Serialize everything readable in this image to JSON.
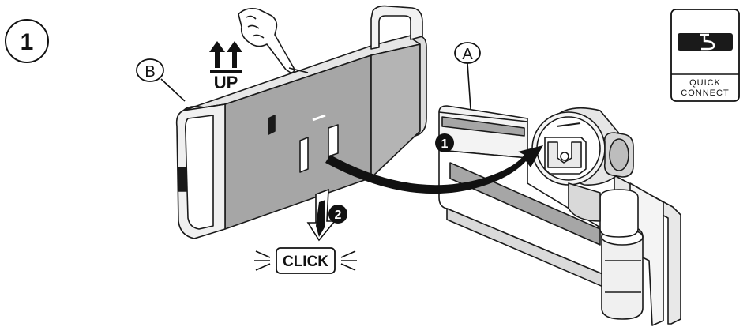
{
  "step": {
    "number": "1"
  },
  "callouts": {
    "a": "A",
    "b": "B"
  },
  "up_label": "UP",
  "click_label": "CLICK",
  "sequence": {
    "first": "1",
    "second": "2"
  },
  "quick_connect": {
    "line1": "QUICK",
    "line2": "CONNECT",
    "icon": "quick-connect-latch-icon"
  },
  "colors": {
    "panel": "#a6a6a6",
    "panel_dark": "#8f8f8f",
    "outline": "#1a1a1a",
    "white": "#ffffff"
  }
}
